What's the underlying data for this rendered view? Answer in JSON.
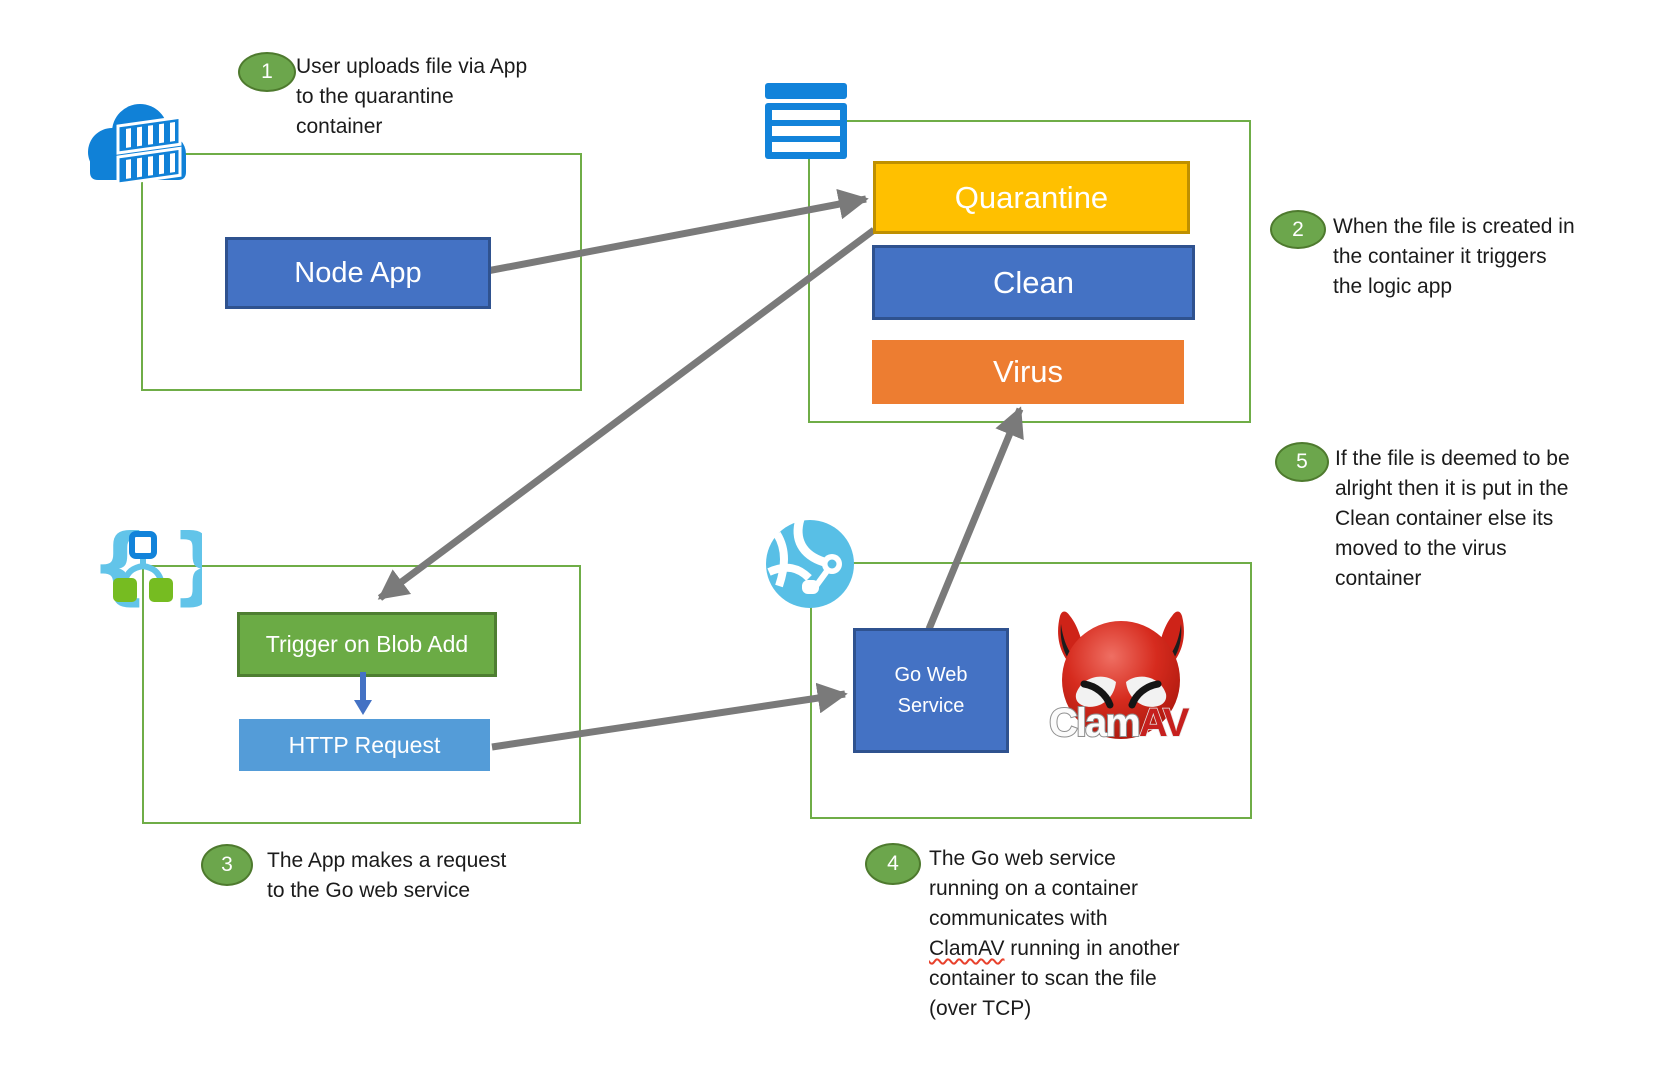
{
  "diagram": {
    "description_visible_only": "Azure container virus scanning flow diagram",
    "background": "#ffffff"
  },
  "colors": {
    "container_outline_green": "#6FAD47",
    "arrow_gray": "#7A7A7A",
    "badge_green_fill": "#6CA64C",
    "badge_green_border": "#4E7A2E",
    "quarantine_fill": "#FFC000",
    "quarantine_border": "#BF9000",
    "clean_fill": "#4472C4",
    "clean_border": "#2F528F",
    "virus_fill": "#ED7D31",
    "node_app_fill": "#4472C4",
    "trigger_fill": "#6BAB45",
    "trigger_border": "#4E7E31",
    "http_request_fill": "#549CD8",
    "go_web_service_fill": "#4472C4",
    "logic_arrow_blue": "#4472C4",
    "azure_icon_blue": "#1283DA",
    "globe_icon_blue": "#58BFE6",
    "clamav_red": "#C6201E"
  },
  "nodes": {
    "node_app": "Node App",
    "quarantine": "Quarantine",
    "clean": "Clean",
    "virus": "Virus",
    "trigger": "Trigger on Blob Add",
    "http_request": "HTTP Request",
    "go_web_service": "Go Web Service",
    "clamav_clam": "Clam",
    "clamav_av": "AV"
  },
  "steps": [
    {
      "number": "1",
      "lines": [
        "User uploads file via App",
        "to the quarantine",
        "container"
      ]
    },
    {
      "number": "2",
      "lines": [
        "When the file is created in",
        "the container it triggers",
        "the logic app"
      ]
    },
    {
      "number": "3",
      "lines": [
        "The App makes a request",
        "to the Go web service"
      ]
    },
    {
      "number": "4",
      "lines": [
        "The Go web service",
        "running on a container",
        "communicates with",
        "container to scan the file",
        "(over TCP)"
      ],
      "highlight_word": "ClamAV",
      "highlight_rest": " running in another"
    },
    {
      "number": "5",
      "lines": [
        "If the file is deemed to be",
        "alright then it is put in the",
        "Clean container else its",
        "moved to the virus",
        "container"
      ]
    }
  ],
  "flows": [
    {
      "from": "Node App",
      "to": "Quarantine"
    },
    {
      "from": "Quarantine",
      "to": "Trigger on Blob Add"
    },
    {
      "from": "Trigger on Blob Add",
      "to": "HTTP Request"
    },
    {
      "from": "HTTP Request",
      "to": "Go Web Service"
    },
    {
      "from": "Go Web Service",
      "to": "Virus"
    }
  ],
  "icons": [
    "cloud-container-icon",
    "table-storage-icon",
    "logic-app-icon",
    "globe-icon",
    "clamav-logo"
  ]
}
